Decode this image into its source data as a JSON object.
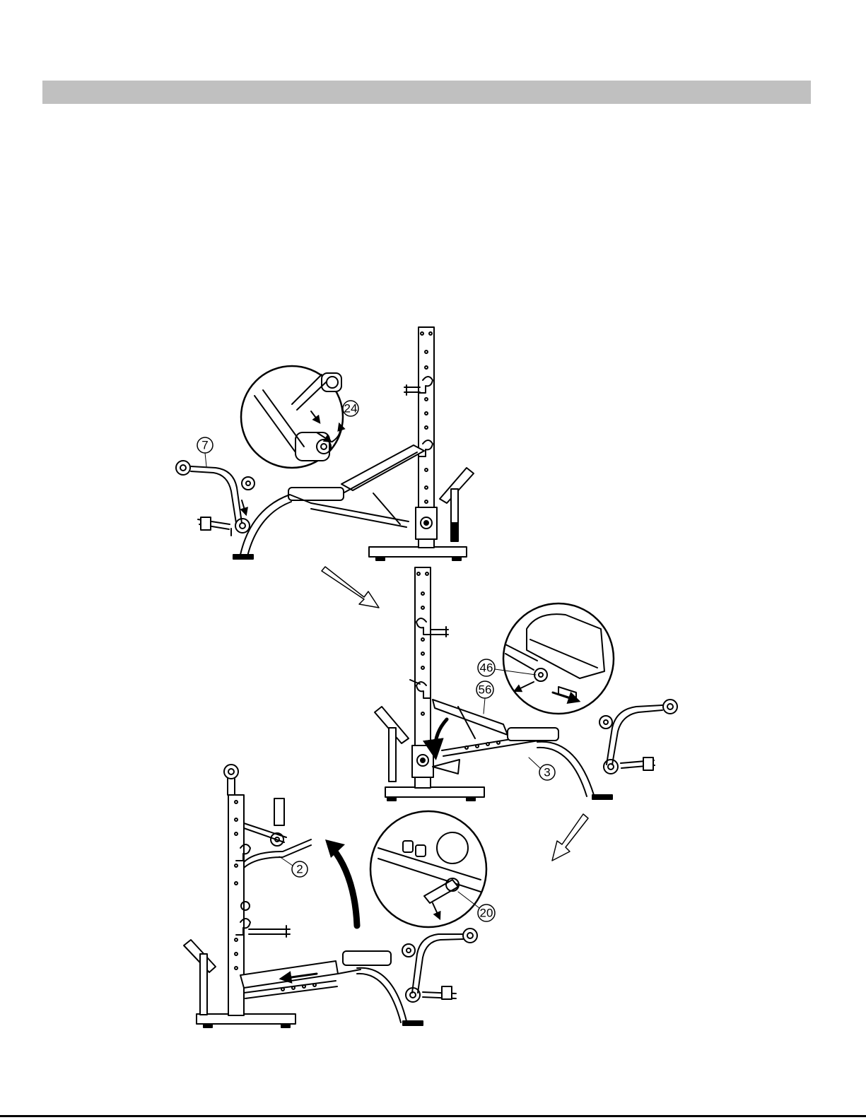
{
  "header": {
    "bar_text": ""
  },
  "callouts": {
    "c7": "7",
    "c24": "24",
    "c46": "46",
    "c56": "56",
    "c3": "3",
    "c2": "2",
    "c20": "20"
  }
}
